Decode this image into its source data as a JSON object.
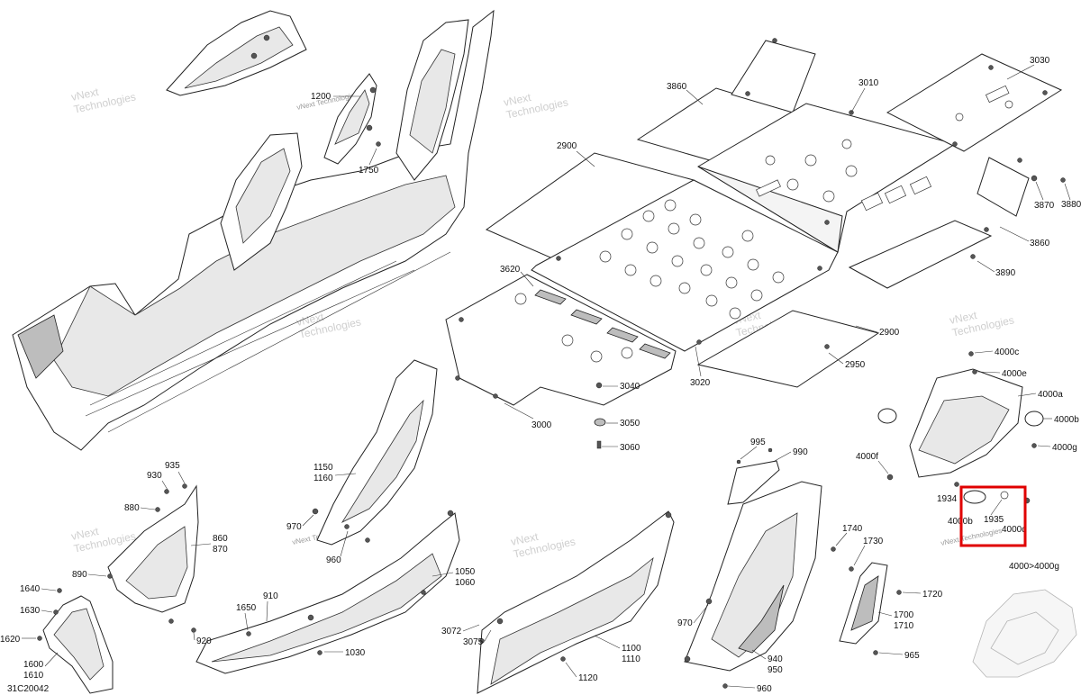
{
  "diagram": {
    "drawing_code": "31C20042",
    "watermark": {
      "line1": "vNext",
      "line2": "Technologies",
      "full": "vNext Technologies"
    },
    "highlight_color": "#e00000",
    "labels": {
      "l1200": "1200",
      "l1750": "1750",
      "l3860a": "3860",
      "l3010": "3010",
      "l3030": "3030",
      "l2900a": "2900",
      "l3870": "3870",
      "l3880": "3880",
      "l3860b": "3860",
      "l3890": "3890",
      "l3620": "3620",
      "l2900b": "2900",
      "l2950": "2950",
      "l3020": "3020",
      "l3040": "3040",
      "l3000": "3000",
      "l3050": "3050",
      "l3060": "3060",
      "l4000c": "4000c",
      "l4000e": "4000e",
      "l4000a": "4000a",
      "l4000b": "4000b",
      "l4000g": "4000g",
      "l4000f": "4000f",
      "l1934": "1934",
      "l1935": "1935",
      "l4000b2": "4000b",
      "l4000d": "4000d",
      "l4000range": "4000>4000g",
      "l995": "995",
      "l990": "990",
      "l1740": "1740",
      "l1730": "1730",
      "l1720": "1720",
      "l1700": "1700",
      "l1710": "1710",
      "l965": "965",
      "l970b": "970",
      "l940": "940",
      "l950": "950",
      "l960b": "960",
      "l1150": "1150",
      "l1160": "1160",
      "l970a": "970",
      "l960a": "960",
      "l1050": "1050",
      "l1060": "1060",
      "l1100": "1100",
      "l1110": "1110",
      "l1120": "1120",
      "l3072": "3072",
      "l3075": "3075",
      "l1030": "1030",
      "l1650": "1650",
      "l910": "910",
      "l920": "920",
      "l930": "930",
      "l935": "935",
      "l880": "880",
      "l860": "860",
      "l870": "870",
      "l890": "890",
      "l1640": "1640",
      "l1630": "1630",
      "l1620": "1620",
      "l1600": "1600",
      "l1610": "1610"
    }
  }
}
